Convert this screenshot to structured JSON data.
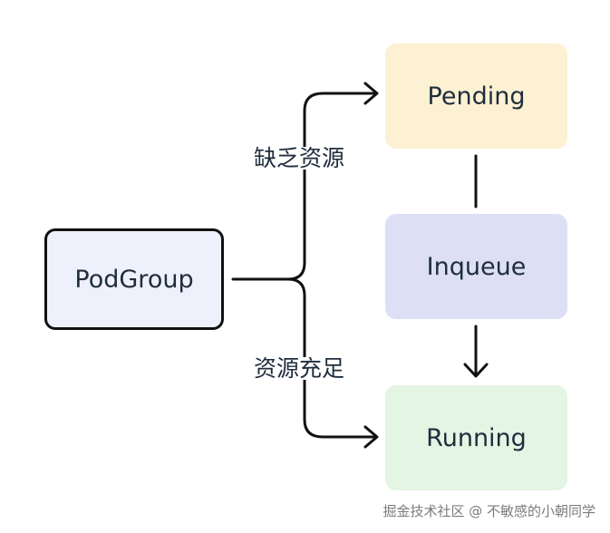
{
  "nodes": {
    "podgroup": "PodGroup",
    "pending": "Pending",
    "inqueue": "Inqueue",
    "running": "Running"
  },
  "edges": {
    "lack_resources": "缺乏资源",
    "enough_resources": "资源充足"
  },
  "watermark": "掘金技术社区 @ 不敏感的小朝同学",
  "colors": {
    "podgroup_fill": "#eef1fb",
    "pending_fill": "#fdf1d3",
    "inqueue_fill": "#dde0f5",
    "running_fill": "#e4f5e3",
    "stroke": "#111111"
  }
}
